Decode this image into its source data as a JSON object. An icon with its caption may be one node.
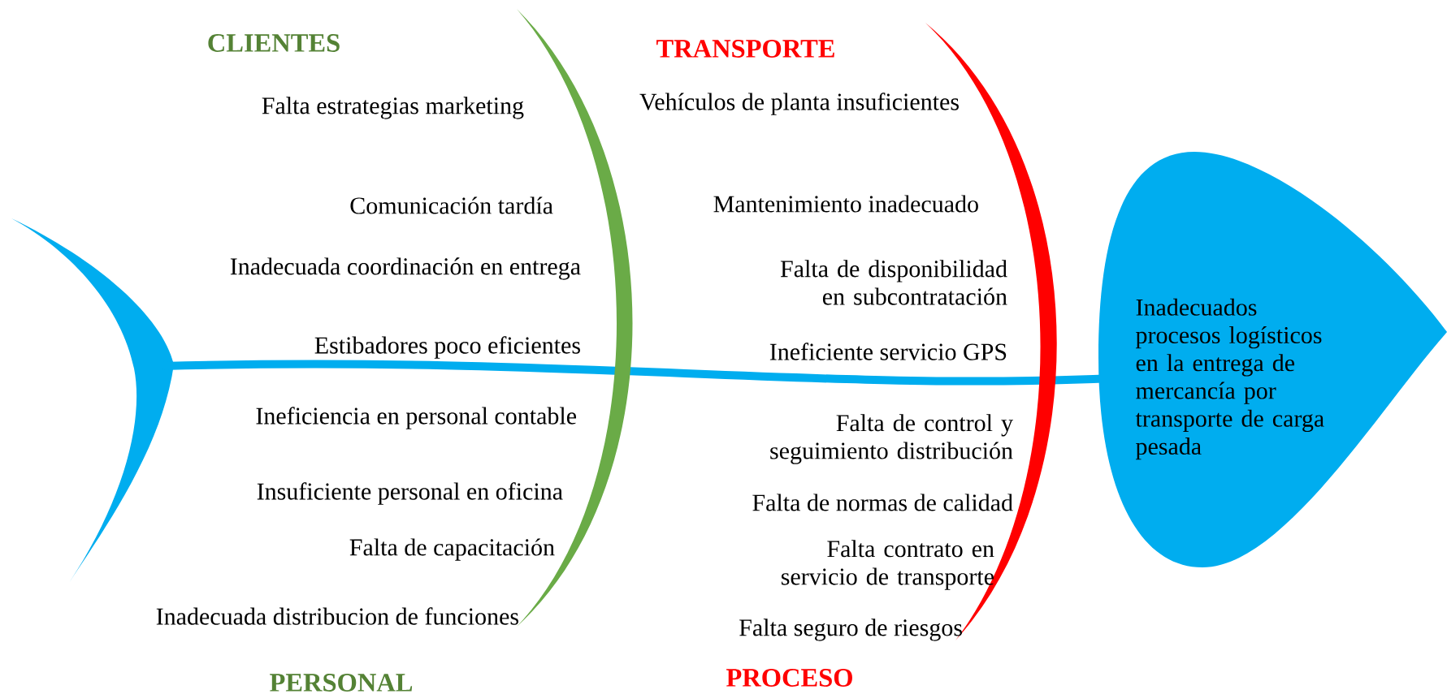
{
  "diagram": {
    "nodes": [
      {
        "text": [
          "Inadecuados procesos logísticos en la entrega de mercancía por transporte de carga pesada"
        ]
      }
    ],
    "labels": [
      "CLIENTES",
      "TRANSPORTE",
      "Falta estrategias marketing",
      "Vehículos de planta insuficientes",
      "Comunicación tardía",
      "Mantenimiento inadecuado",
      "Inadecuada coordinación en entrega",
      "Falta de disponibilidad en subcontratación",
      "Estibadores poco eficientes",
      "Ineficiente servicio GPS",
      "Ineficiencia en personal contable",
      "Falta de control y seguimiento distribución",
      "Insuficiente personal en oficina",
      "Falta de normas de calidad",
      "Falta de capacitación",
      "Falta contrato en servicio de transporte",
      "Inadecuada distribucion de funciones",
      "Falta seguro de riesgos",
      "PERSONAL",
      "PROCESO"
    ]
  }
}
